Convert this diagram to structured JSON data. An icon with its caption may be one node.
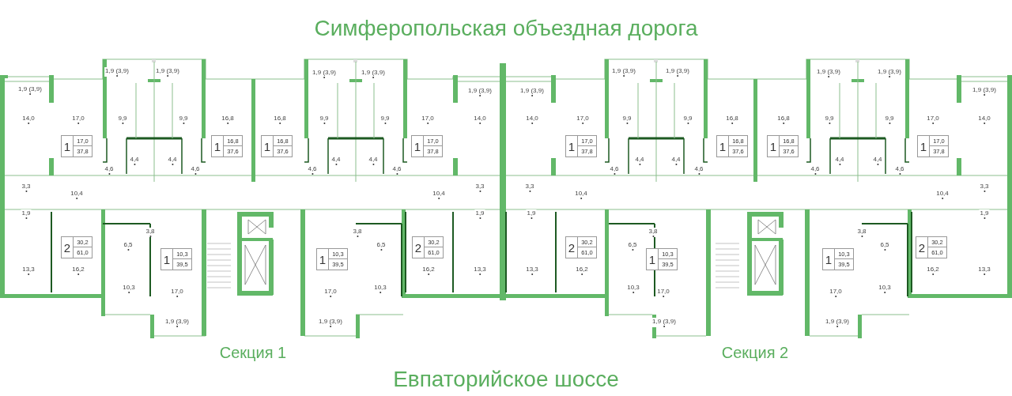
{
  "diagram": {
    "title": "Симферопольская объездная дорога",
    "nodes": [
      {
        "text": [
          "1",
          "17,0",
          "37,8"
        ]
      },
      {
        "text": [
          "1",
          "16,8",
          "37,6"
        ]
      },
      {
        "text": [
          "1",
          "16,8",
          "37,6"
        ]
      },
      {
        "text": [
          "1",
          "17,0",
          "37,8"
        ]
      },
      {
        "text": [
          "1",
          "17,0",
          "37,8"
        ]
      },
      {
        "text": [
          "1",
          "16,8",
          "37,6"
        ]
      },
      {
        "text": [
          "1",
          "16,8",
          "37,6"
        ]
      },
      {
        "text": [
          "1",
          "17,0",
          "37,8"
        ]
      },
      {
        "text": [
          "2",
          "30,2",
          "61,0"
        ]
      },
      {
        "text": [
          "1",
          "10,3",
          "39,5"
        ]
      },
      {
        "text": [
          "1",
          "10,3",
          "39,5"
        ]
      },
      {
        "text": [
          "2",
          "30,2",
          "61,0"
        ]
      },
      {
        "text": [
          "2",
          "30,2",
          "61,0"
        ]
      },
      {
        "text": [
          "1",
          "10,3",
          "39,5"
        ]
      },
      {
        "text": [
          "1",
          "10,3",
          "39,5"
        ]
      },
      {
        "text": [
          "2",
          "30,2",
          "61,0"
        ]
      }
    ],
    "labels": [
      "1,9 (3,9)",
      "1,9 (3,9)",
      "1,9 (3,9)",
      "1,9 (3,9)",
      "1,9 (3,9)",
      "1,9 (3,9)",
      "1,9 (3,9)",
      "1,9 (3,9)",
      "1,9 (3,9)",
      "1,9 (3,9)",
      "1,9 (3,9)",
      "1,9 (3,9)",
      "14,0",
      "17,0",
      "9,9",
      "9,9",
      "16,8",
      "16,8",
      "9,9",
      "9,9",
      "17,0",
      "14,0",
      "14,0",
      "17,0",
      "9,9",
      "9,9",
      "16,8",
      "16,8",
      "9,9",
      "9,9",
      "17,0",
      "14,0",
      "4,4",
      "4,4",
      "4,4",
      "4,4",
      "4,4",
      "4,4",
      "4,4",
      "4,4",
      "4,6",
      "4,6",
      "4,6",
      "4,6",
      "4,6",
      "4,6",
      "4,6",
      "4,6",
      "3,3",
      "3,3",
      "3,3",
      "3,3",
      "10,4",
      "10,4",
      "10,4",
      "10,4",
      "1,9",
      "1,9",
      "1,9",
      "1,9",
      "3,8",
      "3,8",
      "3,8",
      "3,8",
      "6,5",
      "6,5",
      "6,5",
      "6,5",
      "13,3",
      "16,2",
      "16,2",
      "13,3",
      "13,3",
      "16,2",
      "16,2",
      "13,3",
      "10,3",
      "17,0",
      "17,0",
      "10,3",
      "10,3",
      "17,0",
      "17,0",
      "10,3",
      "1,9 (3,9)",
      "1,9 (3,9)",
      "1,9 (3,9)",
      "1,9 (3,9)",
      "Секция 1",
      "Секция 2",
      "Евпаторийское шоссе"
    ]
  }
}
